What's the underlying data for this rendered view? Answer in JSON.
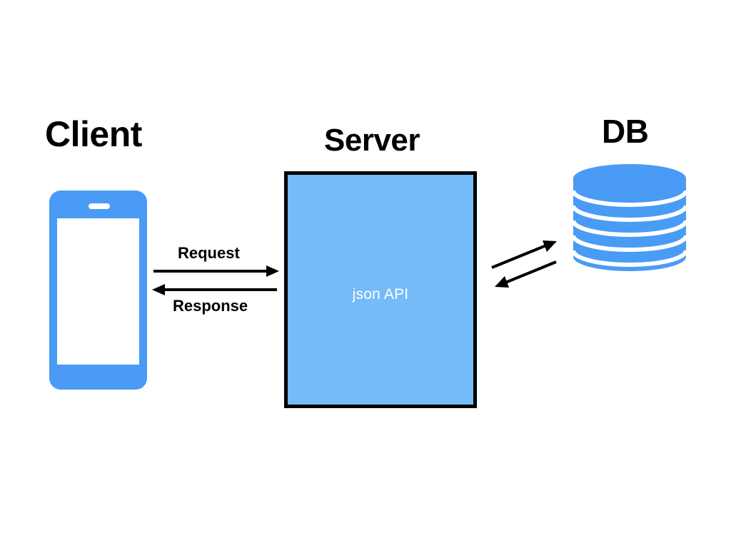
{
  "diagram": {
    "title": "Client Server DB architecture diagram",
    "background_color": "#ffffff",
    "nodes": {
      "client": {
        "label": "Client",
        "icon": "smartphone-icon",
        "color": "#4a9bf5"
      },
      "server": {
        "label": "Server",
        "inner_label": "json API",
        "fill_color": "#74bbfa",
        "border_color": "#000000",
        "inner_label_color": "#ffffff"
      },
      "db": {
        "label": "DB",
        "icon": "database-cylinder-icon",
        "color": "#4a9bf5",
        "disc_count": 6
      }
    },
    "connections": {
      "client_to_server": {
        "label": "Request",
        "direction": "right",
        "color": "#000000"
      },
      "server_to_client": {
        "label": "Response",
        "direction": "left",
        "color": "#000000"
      },
      "server_to_db": {
        "label": "",
        "direction": "up-right",
        "color": "#000000"
      },
      "db_to_server": {
        "label": "",
        "direction": "down-left",
        "color": "#000000"
      }
    }
  }
}
